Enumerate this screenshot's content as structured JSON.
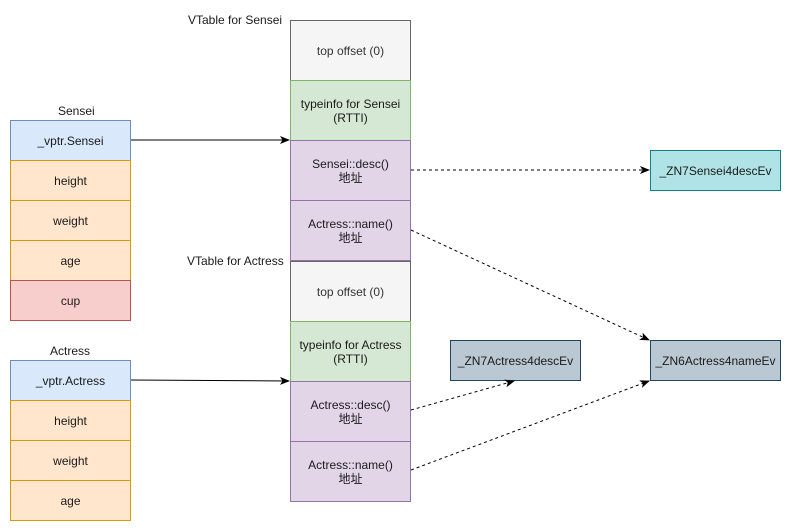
{
  "sensei": {
    "title": "Sensei",
    "fields": [
      "_vptr.Sensei",
      "height",
      "weight",
      "age",
      "cup"
    ]
  },
  "actress": {
    "title": "Actress",
    "fields": [
      "_vptr.Actress",
      "height",
      "weight",
      "age"
    ]
  },
  "vtable_sensei": {
    "title": "VTable for Sensei",
    "top_offset": "top offset (0)",
    "typeinfo_line1": "typeinfo for Sensei",
    "typeinfo_line2": "(RTTI)",
    "desc_line1": "Sensei::desc()",
    "desc_line2": "地址",
    "name_line1": "Actress::name()",
    "name_line2": "地址"
  },
  "vtable_actress": {
    "title": "VTable for Actress",
    "top_offset": "top offset (0)",
    "typeinfo_line1": "typeinfo for Actress",
    "typeinfo_line2": "(RTTI)",
    "desc_line1": "Actress::desc()",
    "desc_line2": "地址",
    "name_line1": "Actress::name()",
    "name_line2": "地址"
  },
  "symbols": {
    "sensei_desc": "_ZN7Sensei4descEv",
    "actress_desc": "_ZN7Actress4descEv",
    "actress_name": "_ZN6Actress4nameEv"
  },
  "colors": {
    "vptr": "#dae8fc",
    "field": "#ffe6cc",
    "extra_field": "#f8cecc",
    "top_offset": "#f5f5f5",
    "typeinfo": "#d5e8d4",
    "function": "#e1d5e7",
    "sensei_symbol": "#b0e3e6",
    "actress_symbol": "#bac8d3"
  }
}
